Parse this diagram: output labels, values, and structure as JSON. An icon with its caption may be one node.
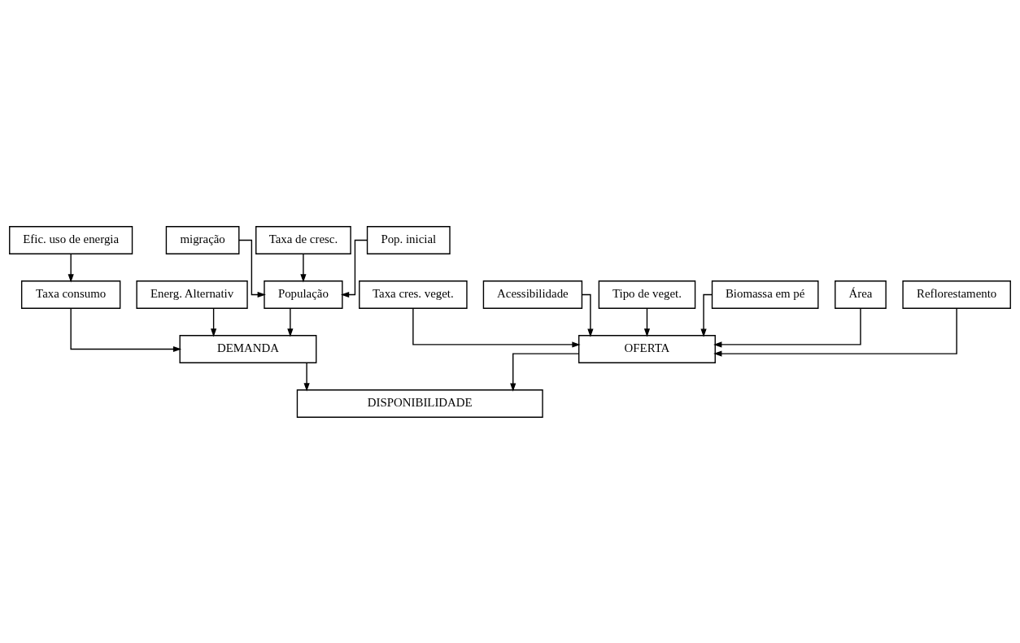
{
  "diagram": {
    "nodes": [
      {
        "text": [
          "Taxa cres. veget."
        ]
      },
      {
        "text": [
          "Acessibilidade"
        ]
      },
      {
        "text": [
          "Tipo de veget."
        ]
      },
      {
        "text": [
          "Biomassa em pé"
        ]
      },
      {
        "text": [
          "Área"
        ]
      },
      {
        "text": [
          "Reflorestamento"
        ]
      },
      {
        "text": [
          "migração"
        ]
      },
      {
        "text": [
          "Taxa de cresc."
        ]
      },
      {
        "text": [
          "Pop. inicial"
        ]
      },
      {
        "text": [
          "Efic. uso de energia"
        ]
      },
      {
        "text": [
          "Taxa consumo"
        ]
      },
      {
        "text": [
          "Energ. Alternativ"
        ]
      },
      {
        "text": [
          "População"
        ]
      },
      {
        "text": [
          "OFERTA"
        ]
      },
      {
        "text": [
          "DEMANDA"
        ]
      },
      {
        "text": [
          "DISPONIBILIDADE"
        ]
      }
    ],
    "edges": [
      {
        "from": 0,
        "to": 13,
        "arrow": "to"
      },
      {
        "from": 1,
        "to": 13,
        "arrow": "to"
      },
      {
        "from": 2,
        "to": 13,
        "arrow": "to"
      },
      {
        "from": 3,
        "to": 13,
        "arrow": "to"
      },
      {
        "from": 4,
        "to": 13,
        "arrow": "to"
      },
      {
        "from": 5,
        "to": 13,
        "arrow": "to"
      },
      {
        "from": 6,
        "to": 12,
        "arrow": "to"
      },
      {
        "from": 7,
        "to": 12,
        "arrow": "to"
      },
      {
        "from": 8,
        "to": 12,
        "arrow": "to"
      },
      {
        "from": 9,
        "to": 10,
        "arrow": "to"
      },
      {
        "from": 10,
        "to": 14,
        "arrow": "to"
      },
      {
        "from": 11,
        "to": 14,
        "arrow": "to"
      },
      {
        "from": 12,
        "to": 14,
        "arrow": "to"
      },
      {
        "from": 13,
        "to": 15,
        "arrow": "to"
      },
      {
        "from": 14,
        "to": 15,
        "arrow": "to"
      }
    ]
  }
}
